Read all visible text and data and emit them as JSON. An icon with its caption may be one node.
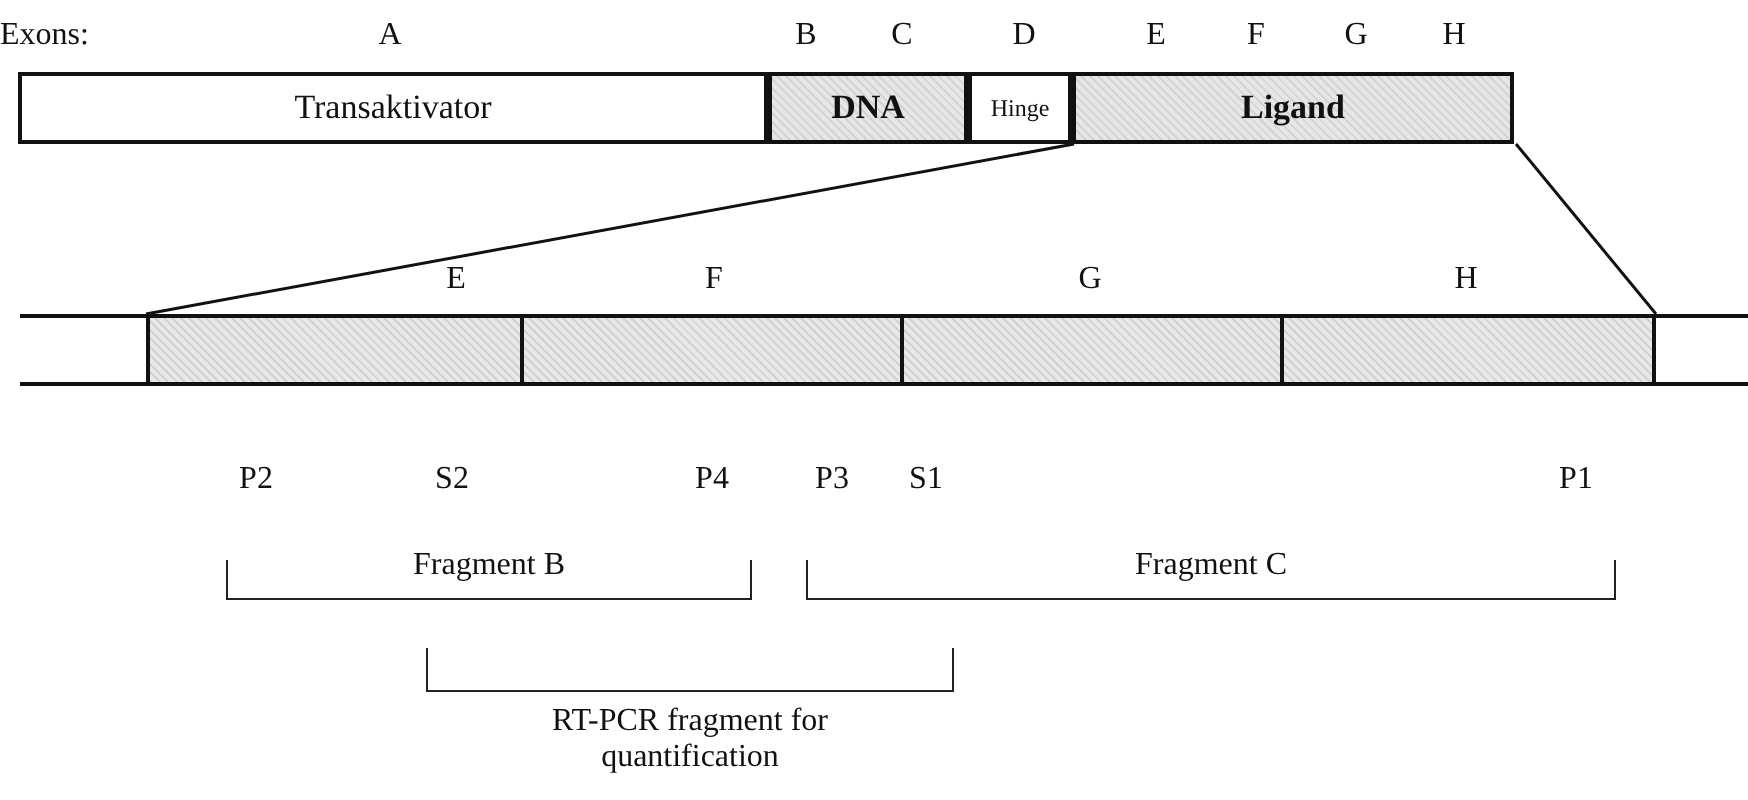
{
  "diagram": {
    "nodes": [
      {
        "text": [
          "Transaktivator"
        ]
      },
      {
        "text": [
          "DNA"
        ]
      },
      {
        "text": [
          "Hinge"
        ]
      },
      {
        "text": [
          "Ligand"
        ]
      },
      {
        "text": [
          "E"
        ]
      },
      {
        "text": [
          "F"
        ]
      },
      {
        "text": [
          "G"
        ]
      },
      {
        "text": [
          "H"
        ]
      },
      {
        "text": [
          "Fragment B"
        ]
      },
      {
        "text": [
          "Fragment C"
        ]
      },
      {
        "text": [
          "RT-PCR fragment for quantification"
        ]
      }
    ],
    "edges": [
      {
        "from": 3,
        "to": 4,
        "arrow": "none"
      },
      {
        "from": 3,
        "to": 7,
        "arrow": "none"
      }
    ],
    "labels": [
      "Exons:",
      "A",
      "B",
      "C",
      "D",
      "E",
      "F",
      "G",
      "H",
      "P2",
      "S2",
      "P4",
      "P3",
      "S1",
      "P1"
    ]
  }
}
